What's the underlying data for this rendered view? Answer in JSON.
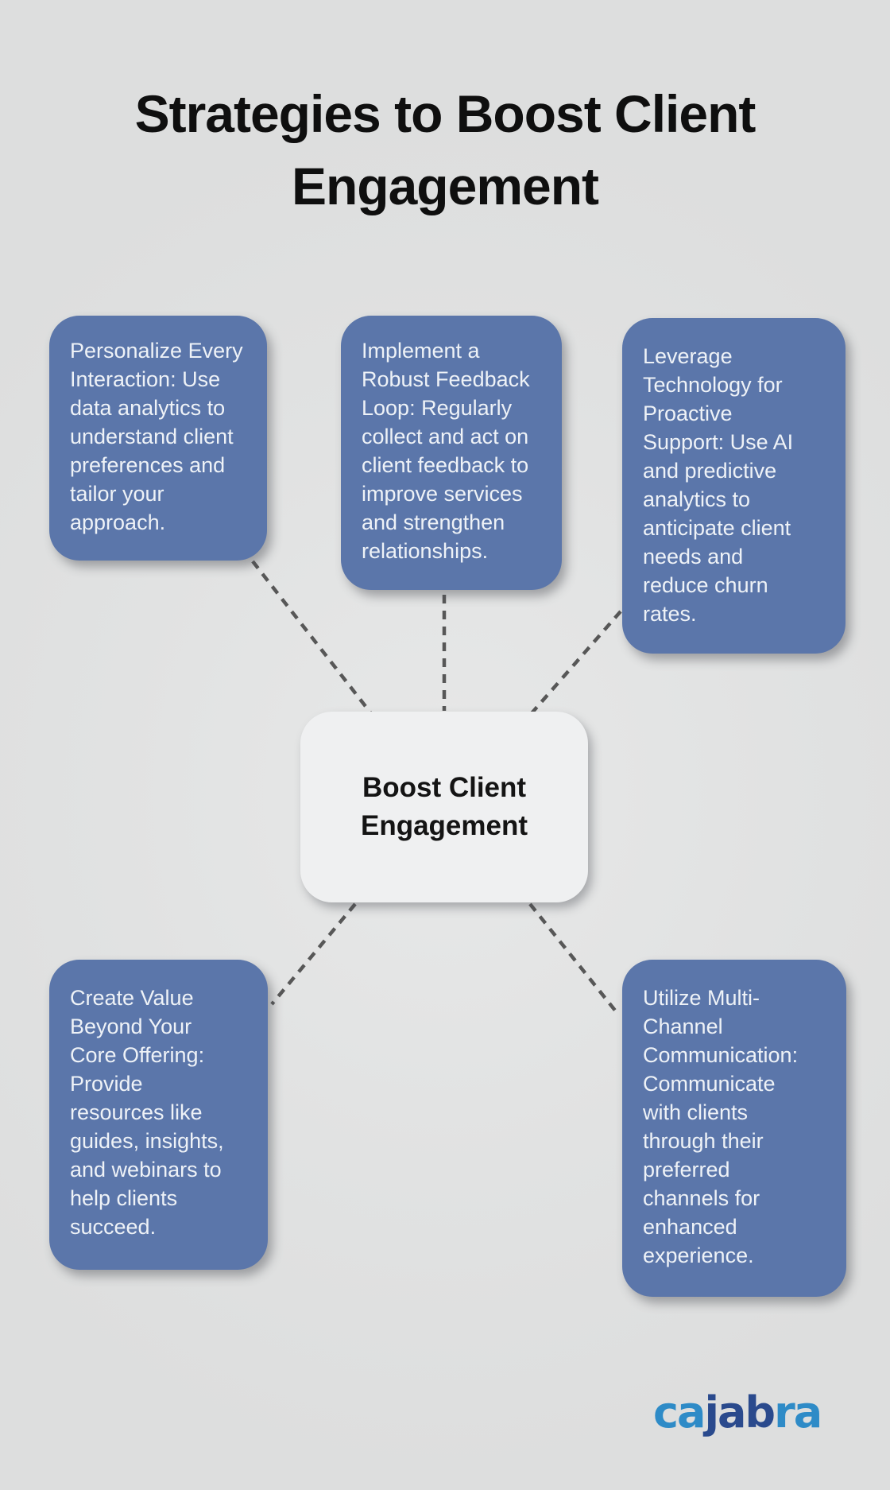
{
  "title": "Strategies to Boost Client\nEngagement",
  "center": {
    "label": "Boost Client\nEngagement"
  },
  "strategies": [
    {
      "text": "Personalize Every\nInteraction: Use\ndata analytics to\nunderstand client\npreferences and\ntailor your\napproach."
    },
    {
      "text": "Implement a\nRobust Feedback\nLoop: Regularly\ncollect and act on\nclient feedback to\nimprove services\nand strengthen\nrelationships."
    },
    {
      "text": "Leverage\nTechnology for\nProactive\nSupport: Use AI\nand predictive\nanalytics to\nanticipate client\nneeds and\nreduce churn\nrates."
    },
    {
      "text": "Create Value\nBeyond Your\nCore Offering:\nProvide\nresources like\nguides, insights,\nand webinars to\nhelp clients\nsucceed."
    },
    {
      "text": "Utilize Multi-\nChannel\nCommunication:\nCommunicate\nwith clients\nthrough their\npreferred\nchannels for\nenhanced\nexperience."
    }
  ],
  "logo": {
    "segments": [
      {
        "text": "ca",
        "color": "#2e8bc7"
      },
      {
        "text": "jab",
        "color": "#2a4a8d"
      },
      {
        "text": "ra",
        "color": "#2e8bc7"
      }
    ]
  },
  "colors": {
    "background": "#e0e1e1",
    "card_bg": "#5b76aa",
    "card_text": "#eef2f7",
    "center_bg": "#eff0f1",
    "connector": "#575757",
    "title_text": "#0f0f0f"
  }
}
